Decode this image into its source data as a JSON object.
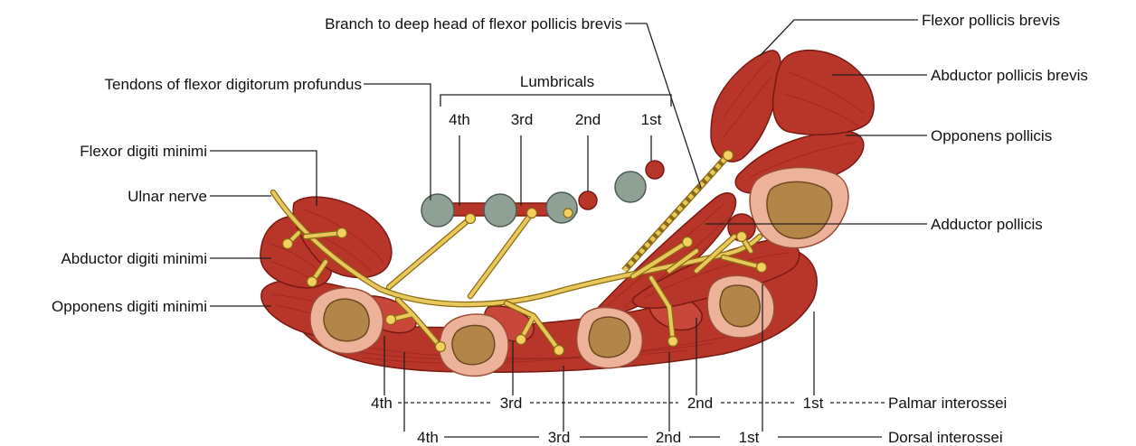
{
  "labels": {
    "branch_fpb": "Branch to deep head of flexor pollicis brevis",
    "tendons_fdp": "Tendons of flexor digitorum profundus",
    "flexor_dig_min": "Flexor digiti minimi",
    "ulnar_nerve": "Ulnar nerve",
    "abductor_dig_min": "Abductor digiti minimi",
    "opponens_dig_min": "Opponens digiti minimi",
    "flexor_poll_brevis": "Flexor pollicis brevis",
    "abductor_poll_brevis": "Abductor pollicis brevis",
    "opponens_pollicis": "Opponens pollicis",
    "adductor_pollicis": "Adductor pollicis",
    "palmar_interossei": "Palmar interossei",
    "dorsal_interossei": "Dorsal interossei"
  },
  "lumbricals": {
    "title": "Lumbricals",
    "items": [
      "4th",
      "3rd",
      "2nd",
      "1st"
    ]
  },
  "palmar_ordinals": [
    "4th",
    "3rd",
    "2nd",
    "1st"
  ],
  "dorsal_ordinals": [
    "4th",
    "3rd",
    "2nd",
    "1st"
  ],
  "colors": {
    "muscle": "#b8352a",
    "bone_outer": "#edb39a",
    "bone_inner": "#b48548",
    "nerve": "#e8c85a",
    "tendon": "#8fa095"
  }
}
